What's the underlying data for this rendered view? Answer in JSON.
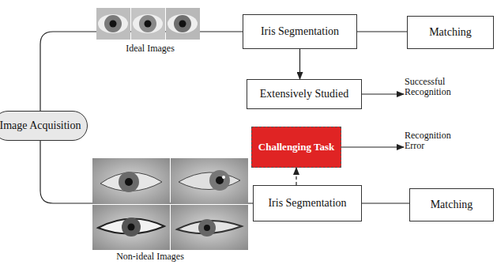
{
  "diagram": {
    "nodes": [
      {
        "text": [
          "Image Acquisition"
        ]
      },
      {
        "text": [
          "Iris Segmentation"
        ]
      },
      {
        "text": [
          "Matching"
        ]
      },
      {
        "text": [
          "Extensively Studied"
        ]
      },
      {
        "text": [
          "Challenging Task"
        ]
      },
      {
        "text": [
          "Iris Segmentation"
        ]
      },
      {
        "text": [
          "Matching"
        ]
      }
    ],
    "edges": [
      {
        "from": 0,
        "to": 1,
        "arrow": "none"
      },
      {
        "from": 0,
        "to": 5,
        "arrow": "none"
      },
      {
        "from": 1,
        "to": 2,
        "arrow": "none"
      },
      {
        "from": 1,
        "to": 3,
        "arrow": "to"
      },
      {
        "from": 5,
        "to": 4,
        "arrow": "to"
      },
      {
        "from": 5,
        "to": 6,
        "arrow": "none"
      }
    ],
    "labels": [
      "Ideal Images",
      "Successful Recognition",
      "Recognition Error",
      "Non-ideal Images"
    ]
  }
}
